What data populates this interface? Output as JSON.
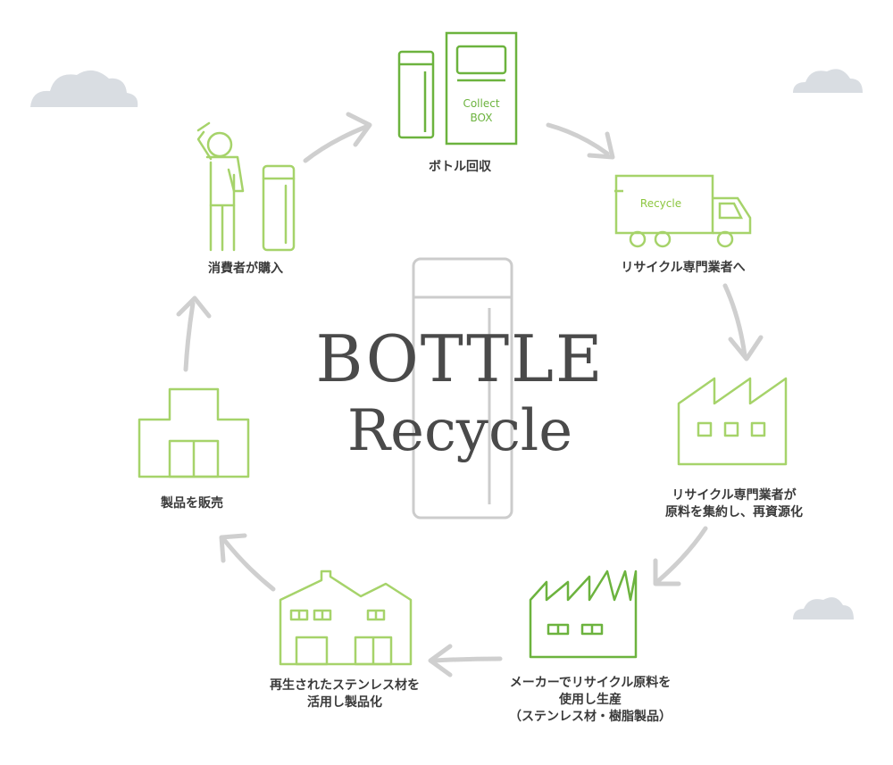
{
  "title": {
    "line1": "BOTTLE",
    "line2": "Recycle"
  },
  "steps": [
    {
      "id": "bottle-collection",
      "lines": [
        "ボトル回収"
      ]
    },
    {
      "id": "to-recycler",
      "lines": [
        "リサイクル専門業者へ"
      ]
    },
    {
      "id": "recycler-processing",
      "lines": [
        "リサイクル専門業者が",
        "原料を集約し、再資源化"
      ]
    },
    {
      "id": "maker-production",
      "lines": [
        "メーカーでリサイクル原料を",
        "使用し生産",
        "（ステンレス材・樹脂製品）"
      ]
    },
    {
      "id": "reuse-stainless",
      "lines": [
        "再生されたステンレス材を",
        "活用し製品化"
      ]
    },
    {
      "id": "product-sales",
      "lines": [
        "製品を販売"
      ]
    },
    {
      "id": "consumer-purchase",
      "lines": [
        "消費者が購入"
      ]
    }
  ],
  "icon_text": {
    "collect_box_line1": "Collect",
    "collect_box_line2": "BOX",
    "truck_text": "Recycle"
  },
  "colors": {
    "green_light": "#a6d36a",
    "green_mid": "#8cc63f",
    "green_dark": "#6cb33e",
    "arrow": "#cfcfcf",
    "bottle_outline": "#cccccc",
    "cloud": "#d9dde2",
    "text": "#3a3a3a"
  }
}
